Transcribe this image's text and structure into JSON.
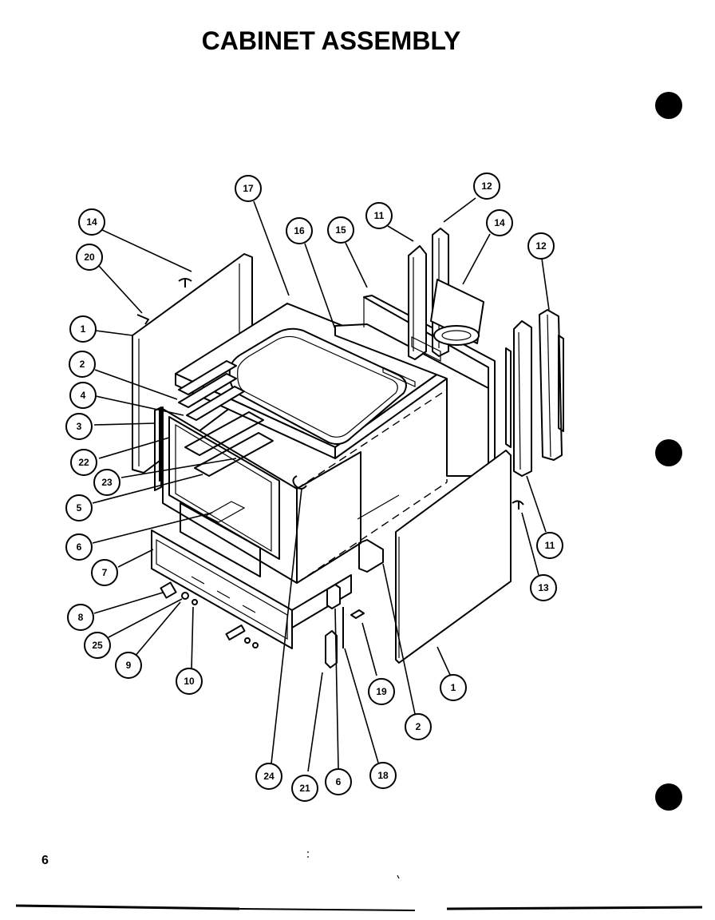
{
  "page": {
    "title": "CABINET ASSEMBLY",
    "page_number": "6"
  },
  "callouts": [
    {
      "id": "c-14a",
      "label": "14"
    },
    {
      "id": "c-20",
      "label": "20"
    },
    {
      "id": "c-1a",
      "label": "1"
    },
    {
      "id": "c-2a",
      "label": "2"
    },
    {
      "id": "c-4",
      "label": "4"
    },
    {
      "id": "c-3",
      "label": "3"
    },
    {
      "id": "c-22",
      "label": "22"
    },
    {
      "id": "c-23",
      "label": "23"
    },
    {
      "id": "c-5",
      "label": "5"
    },
    {
      "id": "c-6a",
      "label": "6"
    },
    {
      "id": "c-7",
      "label": "7"
    },
    {
      "id": "c-8",
      "label": "8"
    },
    {
      "id": "c-25",
      "label": "25"
    },
    {
      "id": "c-9",
      "label": "9"
    },
    {
      "id": "c-10",
      "label": "10"
    },
    {
      "id": "c-17",
      "label": "17"
    },
    {
      "id": "c-16",
      "label": "16"
    },
    {
      "id": "c-15",
      "label": "15"
    },
    {
      "id": "c-11a",
      "label": "11"
    },
    {
      "id": "c-12a",
      "label": "12"
    },
    {
      "id": "c-14b",
      "label": "14"
    },
    {
      "id": "c-12b",
      "label": "12"
    },
    {
      "id": "c-11b",
      "label": "11"
    },
    {
      "id": "c-13",
      "label": "13"
    },
    {
      "id": "c-1b",
      "label": "1"
    },
    {
      "id": "c-19",
      "label": "19"
    },
    {
      "id": "c-2b",
      "label": "2"
    },
    {
      "id": "c-18",
      "label": "18"
    },
    {
      "id": "c-6b",
      "label": "6"
    },
    {
      "id": "c-21",
      "label": "21"
    },
    {
      "id": "c-24",
      "label": "24"
    }
  ]
}
